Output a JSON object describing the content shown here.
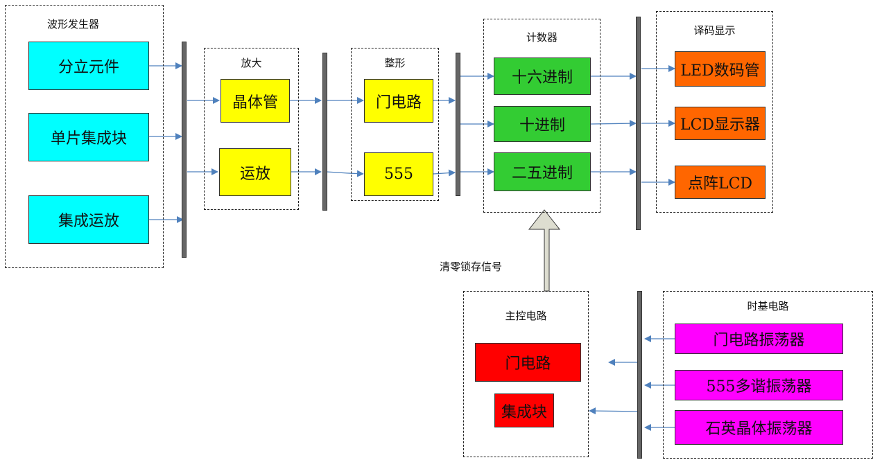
{
  "colors": {
    "source": "#00ffff",
    "amp": "#ffff00",
    "counter": "#33cc33",
    "display": "#ff6600",
    "control": "#ff0000",
    "timebase": "#ff00ff",
    "wire": "#4f81bd",
    "bus": "#666666",
    "big_arrow": "#ddddd0"
  },
  "groups": {
    "waveform": {
      "title": "波形发生器",
      "blocks": [
        "分立元件",
        "单片集成块",
        "集成运放"
      ]
    },
    "amplify": {
      "title": "放大",
      "blocks": [
        "晶体管",
        "运放"
      ]
    },
    "shaping": {
      "title": "整形",
      "blocks": [
        "门电路",
        "555"
      ]
    },
    "counter": {
      "title": "计数器",
      "blocks": [
        "十六进制",
        "十进制",
        "二五进制"
      ]
    },
    "decode": {
      "title": "译码显示",
      "blocks": [
        "LED数码管",
        "LCD显示器",
        "点阵LCD"
      ]
    },
    "control": {
      "title": "主控电路",
      "blocks": [
        "门电路",
        "集成块"
      ]
    },
    "timebase": {
      "title": "时基电路",
      "blocks": [
        "门电路振荡器",
        "555多谐振荡器",
        "石英晶体振荡器"
      ]
    }
  },
  "signal_label": "清零锁存信号"
}
